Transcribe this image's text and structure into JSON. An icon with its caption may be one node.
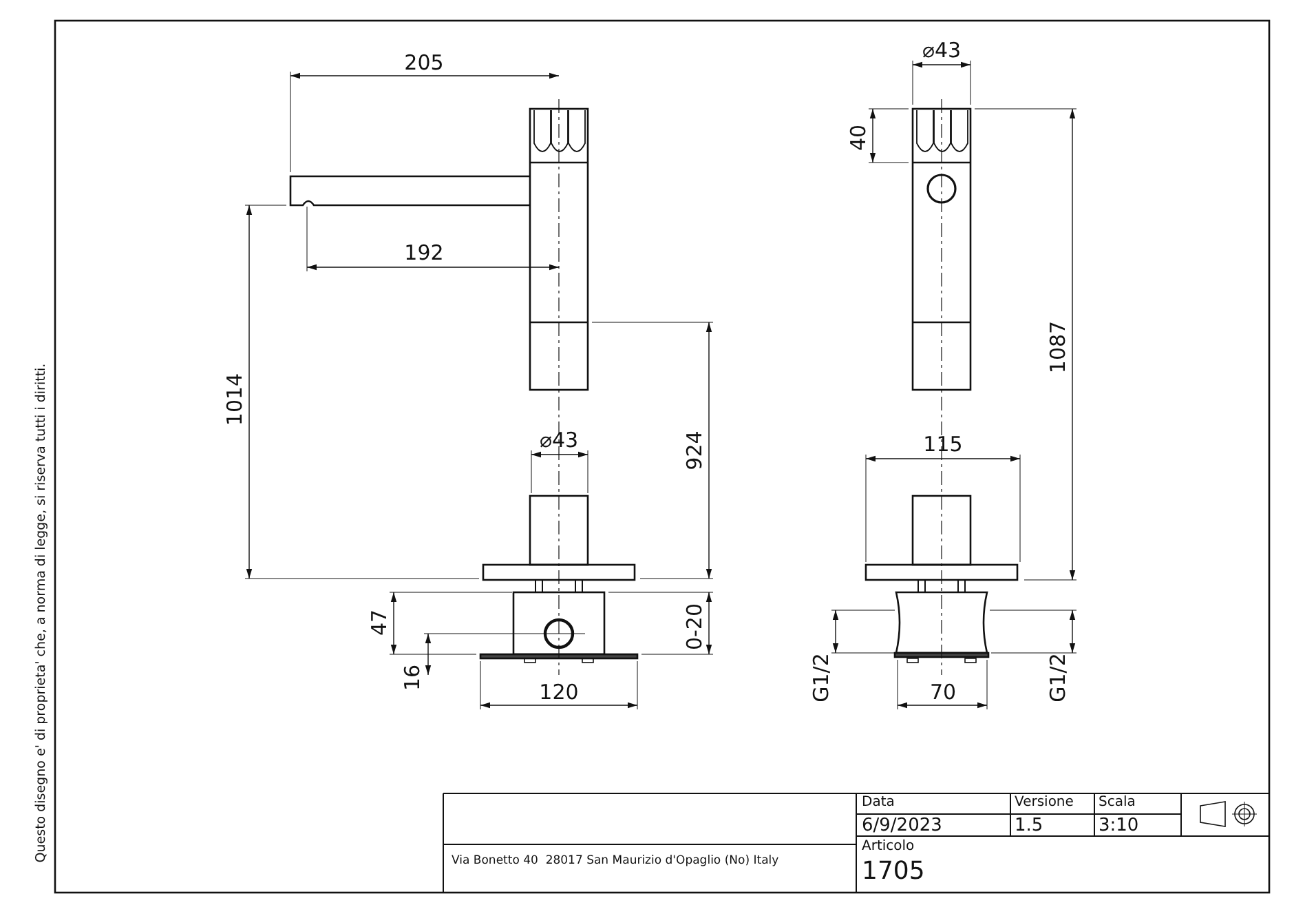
{
  "diagram": {
    "labels": [
      "Questo disegno e' di proprieta' che, a norma di legge, si riserva tutti i diritti.",
      "205",
      "⌀43",
      "40",
      "192",
      "1014",
      "924",
      "1087",
      "⌀43",
      "115",
      "47",
      "0-20",
      "16",
      "120",
      "G1/2",
      "70",
      "G1/2",
      "Via Bonetto 40  28017 San Maurizio d'Opaglio (No) Italy",
      "Data",
      "Versione",
      "Scala",
      "6/9/2023",
      "1.5",
      "3:10",
      "Articolo",
      "1705"
    ]
  }
}
